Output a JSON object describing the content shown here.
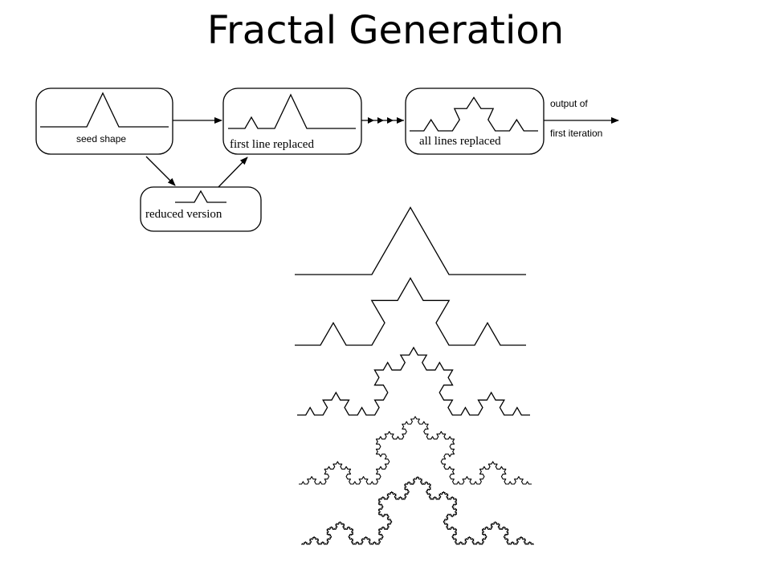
{
  "title": "Fractal Generation",
  "diagram": {
    "boxes": {
      "seed": {
        "label": "seed shape"
      },
      "first": {
        "label": "first line replaced"
      },
      "all": {
        "label": "all lines replaced"
      },
      "reduced": {
        "label": "reduced version"
      }
    },
    "output": {
      "line1": "output of",
      "line2": "first iteration"
    }
  },
  "iterations": [
    {
      "level": 1
    },
    {
      "level": 2
    },
    {
      "level": 3
    },
    {
      "level": 4
    },
    {
      "level": 5
    }
  ],
  "colors": {
    "stroke": "#000000",
    "background": "#ffffff"
  }
}
